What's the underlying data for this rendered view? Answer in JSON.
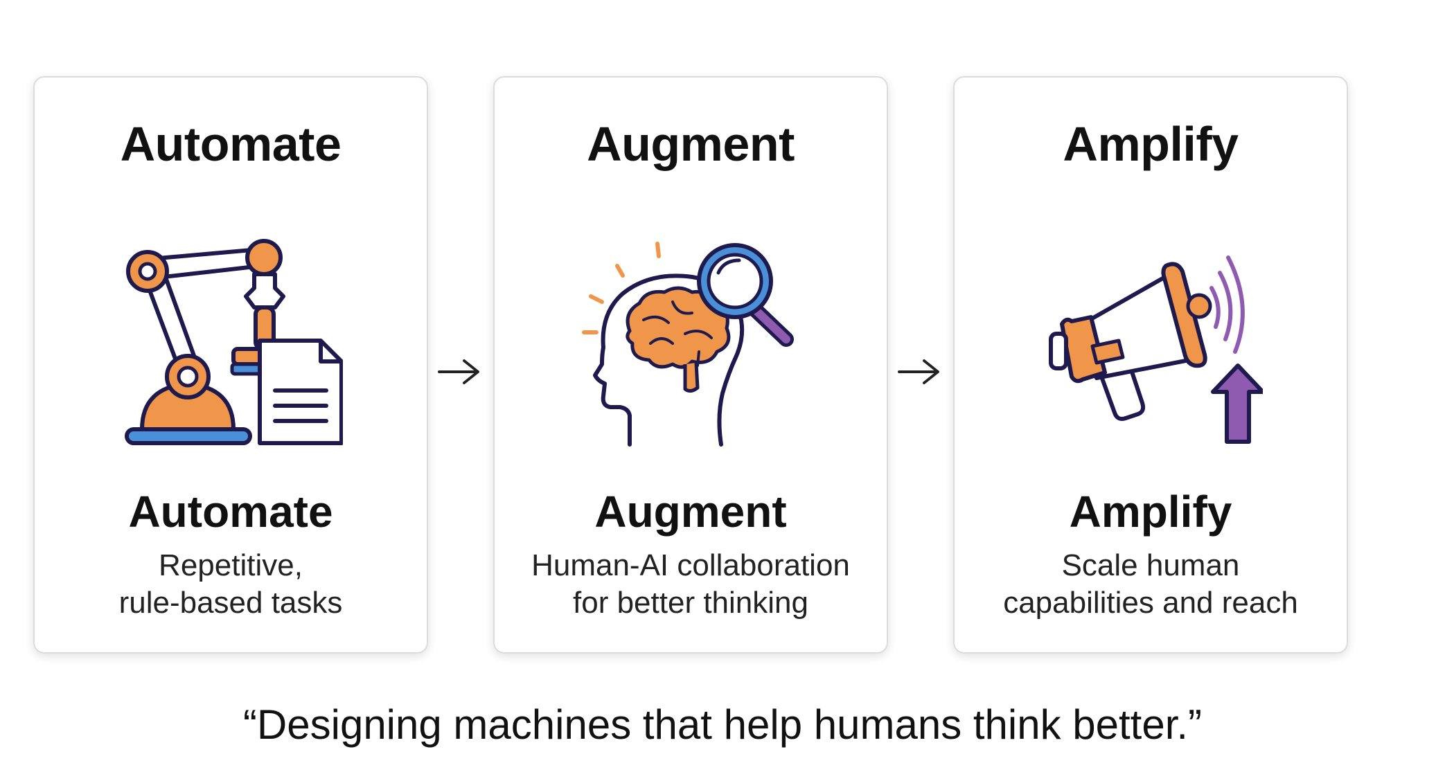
{
  "cards": [
    {
      "title": "Automate",
      "icon": "robot-arm-icon",
      "name": "Automate",
      "description_line1": "Repetitive,",
      "description_line2": "rule-based tasks"
    },
    {
      "title": "Augment",
      "icon": "brain-magnifier-icon",
      "name": "Augment",
      "description_line1": "Human-AI collaboration",
      "description_line2": "for better thinking"
    },
    {
      "title": "Amplify",
      "icon": "megaphone-icon",
      "name": "Amplify",
      "description_line1": "Scale human",
      "description_line2": "capabilities and reach"
    }
  ],
  "arrows": [
    "right-arrow-icon",
    "right-arrow-icon"
  ],
  "quote": "“Designing machines that help humans think better.”",
  "colors": {
    "orange": "#F0964A",
    "navy": "#1F1A4D",
    "blue": "#4A90D9",
    "purple": "#8E5BB0"
  }
}
